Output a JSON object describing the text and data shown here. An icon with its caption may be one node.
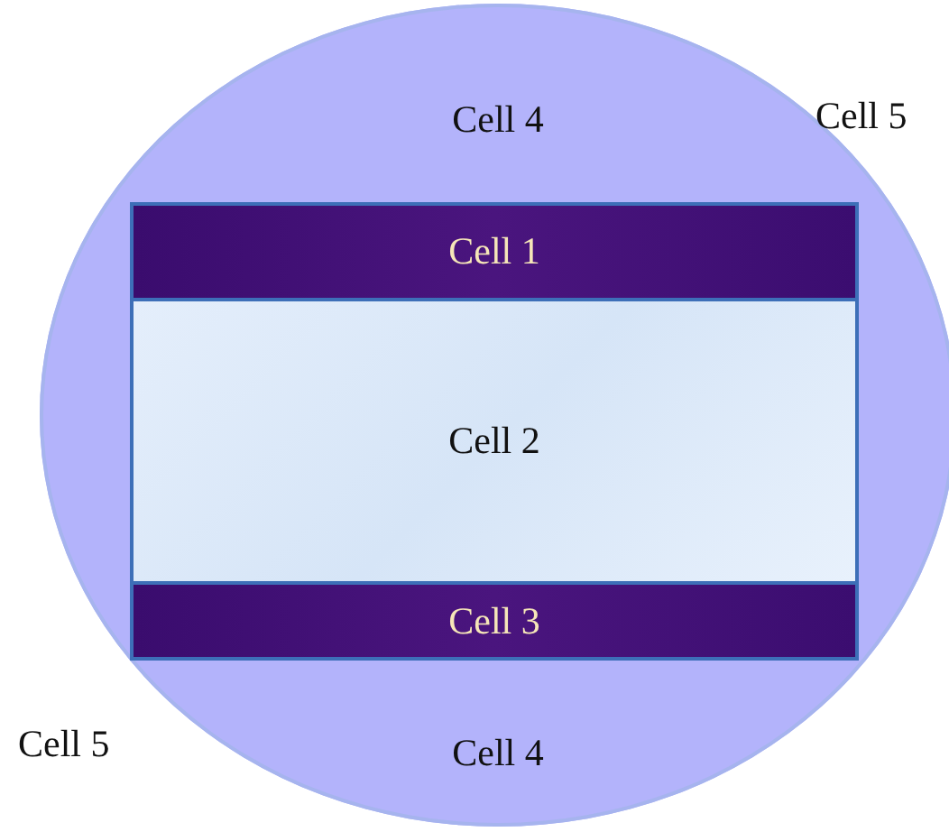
{
  "diagram": {
    "nodes": [
      {
        "text": [
          "Cell 4",
          "Cell 4"
        ]
      },
      {
        "text": [
          "Cell 1"
        ],
        "in": 0
      },
      {
        "text": [
          "Cell 2"
        ],
        "in": 0
      },
      {
        "text": [
          "Cell 3"
        ],
        "in": 0
      }
    ],
    "labels": [
      "Cell 5",
      "Cell 5"
    ]
  }
}
